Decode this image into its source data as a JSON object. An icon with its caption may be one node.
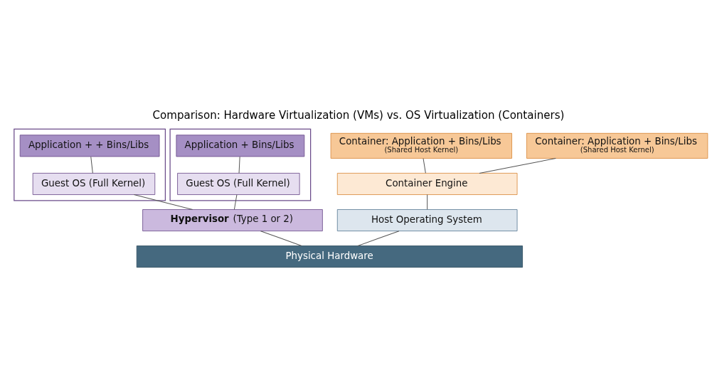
{
  "diagram": {
    "title": "Comparison: Hardware Virtualization (VMs) vs. OS Virtualization (Containers)",
    "nodes": [
      {
        "text": [],
        "shape": "box"
      },
      {
        "text": [
          "Application + + Bins/Libs"
        ],
        "in": 0
      },
      {
        "text": [
          "Guest OS (Full Kernel)"
        ],
        "in": 0
      },
      {
        "text": [],
        "shape": "box"
      },
      {
        "text": [
          "Application + Bins/Libs"
        ],
        "in": 3
      },
      {
        "text": [
          "Guest OS (Full Kernel)"
        ],
        "in": 3
      },
      {
        "text": [
          "Container: Application + Bins/Libs",
          "(Shared Host Kernel)"
        ]
      },
      {
        "text": [
          "Container: Application + Bins/Libs",
          "(Shared Host Kernel)"
        ]
      },
      {
        "text": [
          "Container Engine"
        ]
      },
      {
        "text": [
          "**Hypervisor** (Type 1 or 2)"
        ]
      },
      {
        "text": [
          "Host Operating System"
        ]
      },
      {
        "text": [
          "Physical Hardware"
        ]
      }
    ],
    "edges": [
      {
        "from": 1,
        "to": 2,
        "arrow": "none"
      },
      {
        "from": 4,
        "to": 5,
        "arrow": "none"
      },
      {
        "from": 2,
        "to": 9,
        "arrow": "none"
      },
      {
        "from": 5,
        "to": 9,
        "arrow": "none"
      },
      {
        "from": 6,
        "to": 8,
        "arrow": "none"
      },
      {
        "from": 7,
        "to": 8,
        "arrow": "none"
      },
      {
        "from": 8,
        "to": 10,
        "arrow": "none"
      },
      {
        "from": 9,
        "to": 11,
        "arrow": "none"
      },
      {
        "from": 10,
        "to": 11,
        "arrow": "none"
      }
    ]
  }
}
